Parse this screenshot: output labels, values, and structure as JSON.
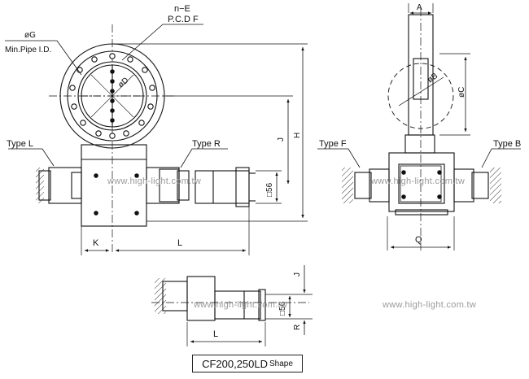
{
  "labels": {
    "n_e": "n−E",
    "pcd_f": "P.C.D F",
    "phi_g": "øG",
    "min_pipe_id": "Min.Pipe I.D.",
    "phi_d": "øD",
    "type_l": "Type L",
    "type_r": "Type R",
    "type_f": "Type F",
    "type_b": "Type B",
    "dim_a": "A",
    "dim_phi_b": "øB",
    "dim_phi_c": "øC",
    "dim_j": "J",
    "dim_h": "H",
    "dim_sq56": "□56",
    "dim_k": "K",
    "dim_l": "L",
    "dim_q": "Q",
    "dim_j2": "J",
    "dim_sq56_2": "□56",
    "dim_r": "R",
    "dim_l2": "L"
  },
  "watermark": "www.high-light.com.tw",
  "caption": {
    "main": "CF200,250LD",
    "sub": "Shape"
  }
}
